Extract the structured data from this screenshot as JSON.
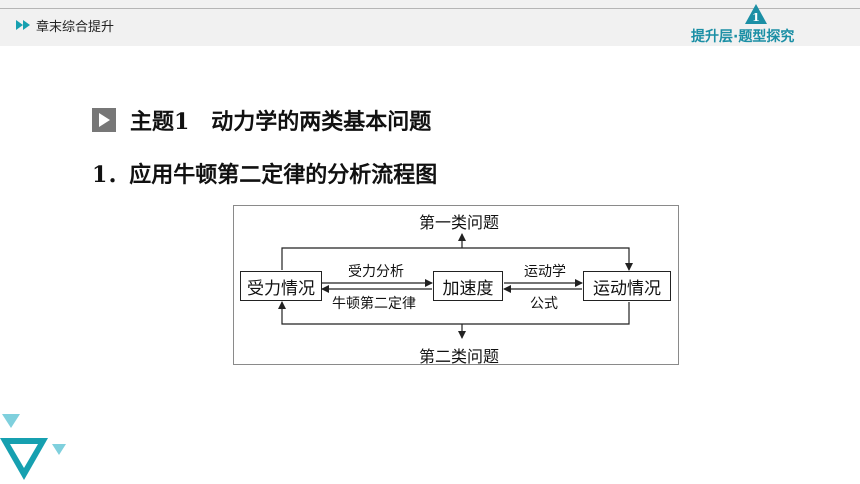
{
  "header": {
    "breadcrumb": "章末综合提升",
    "section_tag": "提升层·题型探究",
    "section_badge": "1"
  },
  "main": {
    "heading": "主题1　动力学的两类基本问题",
    "subheading": "1．应用牛顿第二定律的分析流程图"
  },
  "diagram": {
    "top_label": "第一类问题",
    "bottom_label": "第二类问题",
    "box_left": "受力情况",
    "box_center": "加速度",
    "box_right": "运动情况",
    "arrow_left_top": "受力分析",
    "arrow_left_bottom": "牛顿第二定律",
    "arrow_right_top": "运动学",
    "arrow_right_bottom": "公式"
  },
  "colors": {
    "accent": "#1b8fa5",
    "arrow_teal": "#16a0b0",
    "decor_light": "#7fd0dd",
    "header_bg": "#f1f1f1"
  }
}
